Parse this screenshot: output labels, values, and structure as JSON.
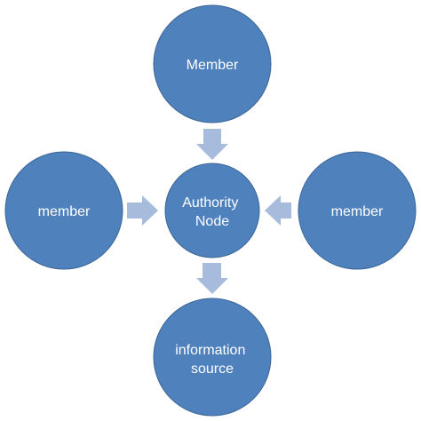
{
  "colors": {
    "node_fill": "#4F81BD",
    "node_stroke": "#3A6596",
    "arrow_fill": "#A7BCDC",
    "label_color": "#FFFFFF",
    "background": "#FFFFFF"
  },
  "nodes": {
    "top": {
      "lines": [
        "Member"
      ]
    },
    "left": {
      "lines": [
        "member"
      ]
    },
    "center": {
      "lines": [
        "Authority",
        "Node"
      ]
    },
    "right": {
      "lines": [
        "member"
      ]
    },
    "bottom": {
      "lines": [
        "information",
        "source"
      ]
    }
  },
  "arrows": [
    {
      "from": "top",
      "to": "center",
      "direction": "down"
    },
    {
      "from": "left",
      "to": "center",
      "direction": "right"
    },
    {
      "from": "right",
      "to": "center",
      "direction": "left"
    },
    {
      "from": "center",
      "to": "bottom",
      "direction": "down"
    }
  ]
}
